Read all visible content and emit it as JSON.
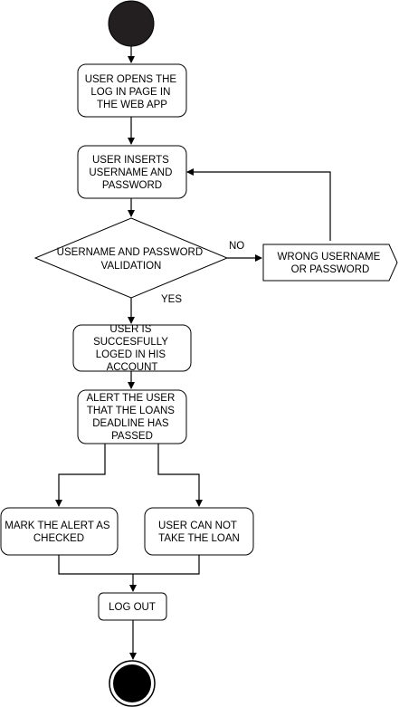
{
  "diagram": {
    "nodes": {
      "open_login": [
        "USER OPENS THE",
        "LOG IN PAGE IN",
        "THE WEB APP"
      ],
      "insert_credentials": [
        "USER INSERTS",
        "USERNAME AND",
        "PASSWORD"
      ],
      "validation": [
        "USERNAME AND PASSWORD",
        "VALIDATION"
      ],
      "wrong_credentials": [
        "WRONG USERNAME",
        "OR PASSWORD"
      ],
      "logged_in": [
        "USER IS",
        "SUCCESFULLY",
        "LOGED IN HIS",
        "ACCOUNT"
      ],
      "alert_user": [
        "ALERT THE USER",
        "THAT THE LOANS",
        "DEADLINE HAS",
        "PASSED"
      ],
      "mark_alert": [
        "MARK THE ALERT AS",
        "CHECKED"
      ],
      "cannot_take_loan": [
        "USER CAN NOT",
        "TAKE THE LOAN"
      ],
      "log_out": [
        "LOG OUT"
      ]
    },
    "edge_labels": {
      "no": "NO",
      "yes": "YES"
    },
    "colors": {
      "stroke": "#000000",
      "fill": "#ffffff",
      "terminal": "#231f20"
    }
  }
}
